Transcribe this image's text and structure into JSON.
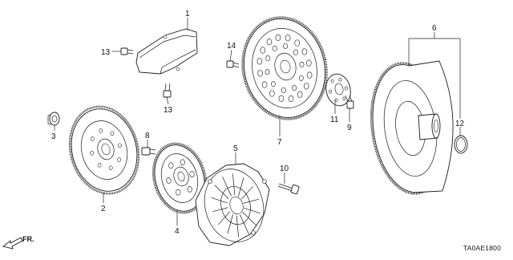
{
  "diagram": {
    "code": "TA0AE1800",
    "direction_label": "FR.",
    "callouts": [
      "1",
      "2",
      "3",
      "4",
      "5",
      "6",
      "7",
      "8",
      "9",
      "10",
      "11",
      "12",
      "13",
      "13",
      "14"
    ]
  },
  "colors": {
    "line": "#1a1a1a",
    "background": "#ffffff"
  }
}
